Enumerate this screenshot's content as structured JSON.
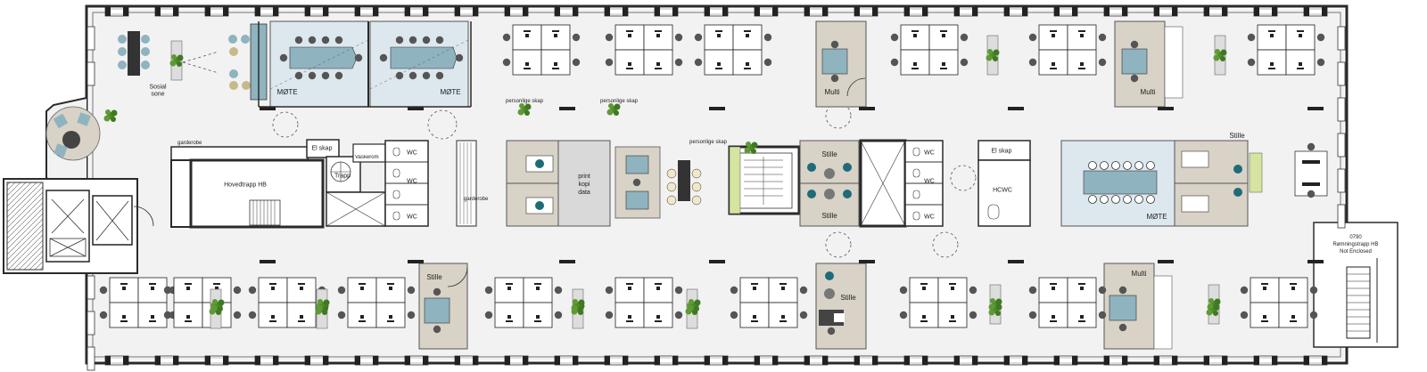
{
  "labels": {
    "social_zone": "Sosial\nsone",
    "meeting_1": "MØTE",
    "meeting_2": "MØTE",
    "meeting_3": "MØTE",
    "multi_1": "Multi",
    "multi_2": "Multi",
    "multi_3": "Multi",
    "stille_1": "Stille",
    "stille_2": "Stille",
    "stille_3": "Stille",
    "stille_4": "Stille",
    "stille_5": "Stille",
    "personal_lockers_1": "personlige skap",
    "personal_lockers_2": "personlige skap",
    "personal_lockers_3": "personlige skap",
    "wardrobe_1": "garderobe",
    "wardrobe_2": "garderobe",
    "main_stair": "Hovedtrapp HB",
    "electrical_1": "El skap",
    "electrical_2": "El skap",
    "cleaning": "Vaskerom",
    "stair": "Trapp",
    "wc_1": "WC",
    "wc_2": "WC",
    "wc_3": "WC",
    "wc_4": "WC",
    "wc_5": "WC",
    "wc_6": "WC",
    "hcwc": "HCWC",
    "print_room": "print\nkopi\ndata",
    "escape_stair_id": "0790",
    "escape_stair_name": "Rømningstrapp HB",
    "escape_stair_note": "Not Enclosed"
  },
  "colors": {
    "wall": "#2a2a2a",
    "floor": "#f2f2f2",
    "glass_room": "#dde7ee",
    "taupe_room": "#d8d2c7",
    "meeting_table": "#8fb3bf",
    "chair": "#555555",
    "teal_chair": "#1f6b78",
    "plant": "#4f8a2a",
    "service": "#ffffff"
  },
  "icons": [
    "plant-icon",
    "chair-icon",
    "desk-icon",
    "door-swing-icon",
    "toilet-icon",
    "sink-icon",
    "stair-icon",
    "elevator-icon"
  ]
}
